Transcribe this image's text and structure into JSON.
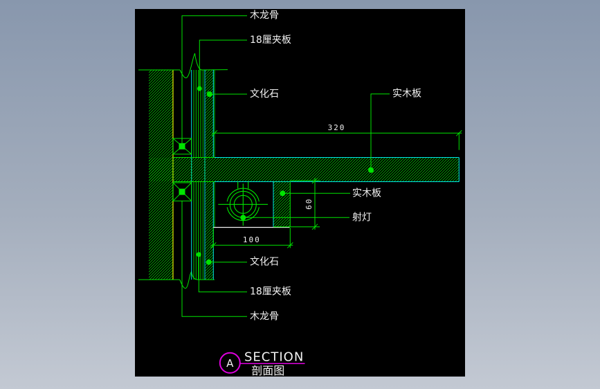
{
  "background": {
    "top_color": "#8897ad",
    "bottom_color": "#c3c9d3"
  },
  "canvas": {
    "background": "#000000"
  },
  "palette": {
    "line_green": "#00e400",
    "cyan": "#00eaea",
    "yellow": "#e8e800",
    "text_white": "#f2f2f2",
    "magenta": "#dd00dd",
    "niche_bottom_white": "#f0f0f0"
  },
  "callouts": {
    "top_keel": "木龙骨",
    "top_plywood": "18厘夹板",
    "upper_stone": "文化石",
    "upper_wood_panel": "实木板",
    "mid_wood_panel": "实木板",
    "spotlight": "射灯",
    "lower_stone": "文化石",
    "lower_plywood": "18厘夹板",
    "lower_keel": "木龙骨"
  },
  "dimensions": {
    "shelf_depth": "320",
    "niche_width": "100",
    "niche_height": "60"
  },
  "title_block": {
    "marker_letter": "A",
    "title": "SECTION",
    "subtitle": "剖面图"
  }
}
